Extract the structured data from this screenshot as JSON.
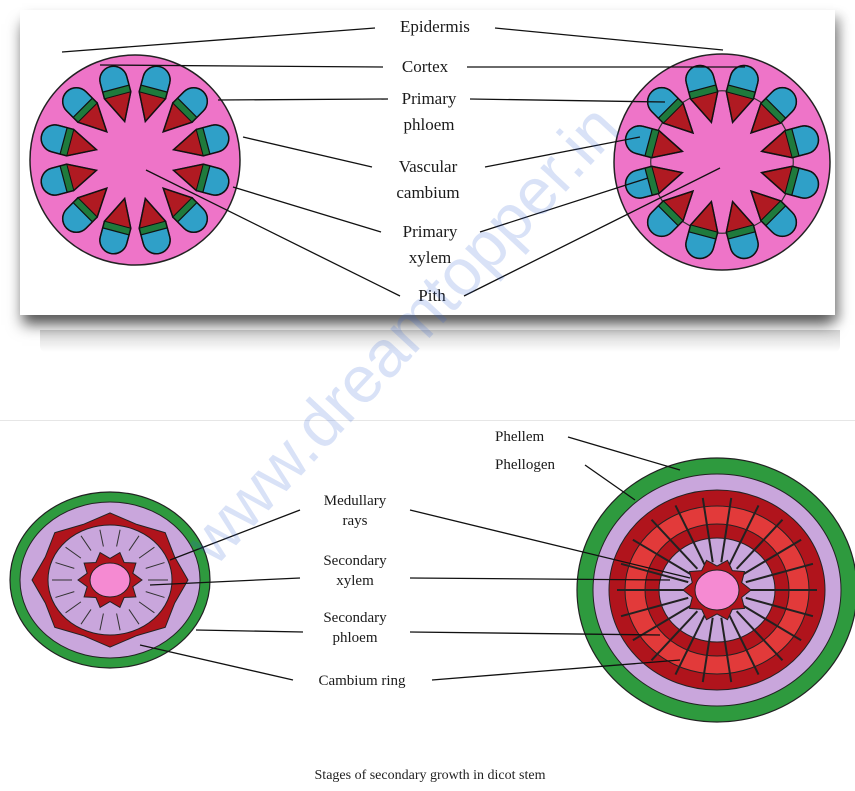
{
  "watermark": "www.dreamtopper.in",
  "top_diagram": {
    "labels": {
      "epidermis": "Epidermis",
      "cortex": "Cortex",
      "primary_phloem_1": "Primary",
      "primary_phloem_2": "phloem",
      "vascular_cambium_1": "Vascular",
      "vascular_cambium_2": "cambium",
      "primary_xylem_1": "Primary",
      "primary_xylem_2": "xylem",
      "pith": "Pith"
    },
    "colors": {
      "cortex": "#ee74c8",
      "pith": "#f58ad2",
      "phloem": "#2fa0c8",
      "xylem": "#b01a22",
      "cambium": "#1f7a3c"
    }
  },
  "bottom_diagram": {
    "labels": {
      "phellem": "Phellem",
      "phellogen": "Phellogen",
      "medullary_rays_1": "Medullary",
      "medullary_rays_2": "rays",
      "secondary_xylem_1": "Secondary",
      "secondary_xylem_2": "xylem",
      "secondary_phloem_1": "Secondary",
      "secondary_phloem_2": "phloem",
      "cambium_ring": "Cambium ring"
    },
    "caption": "Stages of secondary growth in dicot stem",
    "colors": {
      "phellem": "#2e9a3e",
      "phellogen": "#c8a8d8",
      "xylem": "#e23a3a",
      "xylem_dark": "#b0141c",
      "pith": "#f58ad2",
      "ring": "#c9a6dc"
    }
  }
}
